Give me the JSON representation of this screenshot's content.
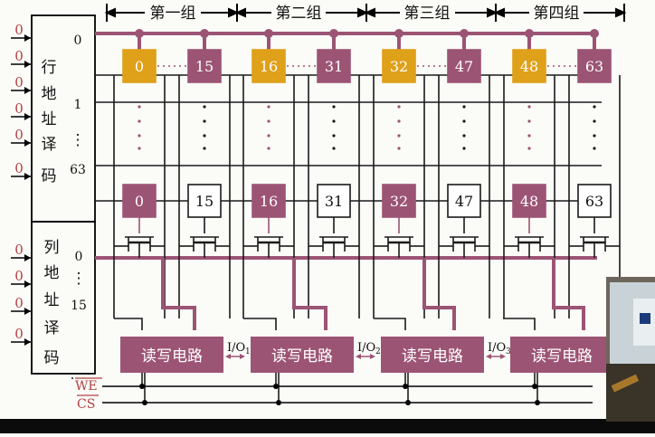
{
  "groups": [
    "第一组",
    "第二组",
    "第三组",
    "第四组"
  ],
  "address_inputs": {
    "row_count": 6,
    "column_count": 4,
    "value": "0"
  },
  "row_decoder": {
    "chars": [
      "行",
      "地",
      "址",
      "译",
      "码"
    ],
    "outputs": {
      "first": "0",
      "second": "1",
      "dots": "⋮",
      "last": "63"
    }
  },
  "column_decoder": {
    "chars": [
      "列",
      "地",
      "址",
      "译",
      "码"
    ],
    "outputs": {
      "first": "0",
      "dots": "⋮",
      "last": "15"
    }
  },
  "top_cells": [
    "0",
    "15",
    "16",
    "31",
    "32",
    "47",
    "48",
    "63"
  ],
  "bottom_cells": [
    "0",
    "15",
    "16",
    "31",
    "32",
    "47",
    "48",
    "63"
  ],
  "rw_circuits": {
    "label": "读写电路",
    "io": [
      "I/O",
      "I/O",
      "I/O"
    ],
    "io_sub": [
      "1",
      "2",
      "3"
    ]
  },
  "control": {
    "we": "WE",
    "cs": "CS"
  },
  "colors": {
    "accent": "#9c5474",
    "gold": "#dfa01a",
    "line": "#1a1a1a",
    "background": "#fbfbf8"
  }
}
